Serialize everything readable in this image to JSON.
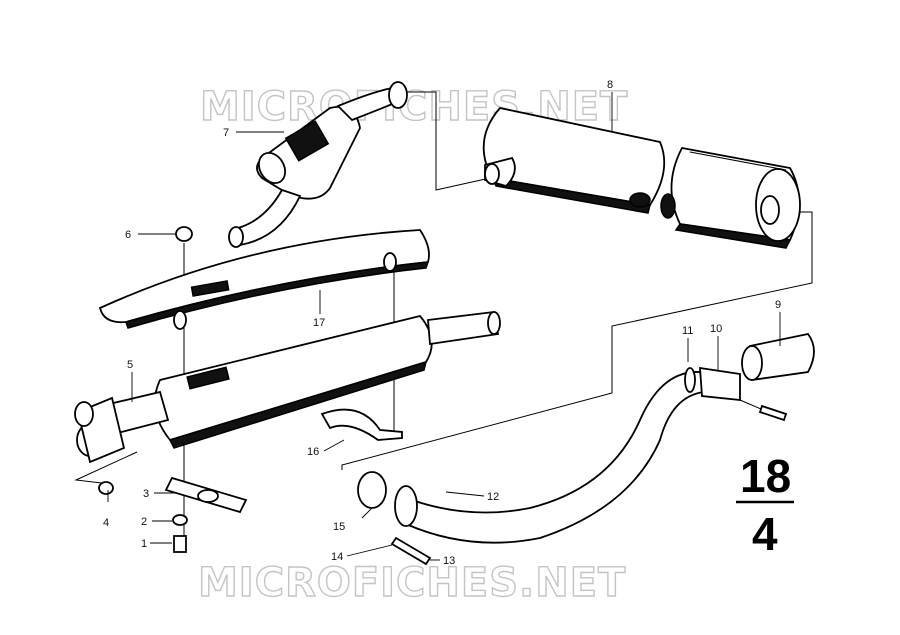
{
  "watermarks": [
    "MICROFICHES.NET",
    "MICROFICHES.NET"
  ],
  "group_number": {
    "top": "18",
    "bottom": "4"
  },
  "callouts": [
    {
      "id": "1",
      "label": "1"
    },
    {
      "id": "2",
      "label": "2"
    },
    {
      "id": "3",
      "label": "3"
    },
    {
      "id": "4",
      "label": "4"
    },
    {
      "id": "5",
      "label": "5"
    },
    {
      "id": "6",
      "label": "6"
    },
    {
      "id": "7",
      "label": "7"
    },
    {
      "id": "8",
      "label": "8"
    },
    {
      "id": "9",
      "label": "9"
    },
    {
      "id": "10",
      "label": "10"
    },
    {
      "id": "11",
      "label": "11"
    },
    {
      "id": "12",
      "label": "12"
    },
    {
      "id": "13",
      "label": "13"
    },
    {
      "id": "14",
      "label": "14"
    },
    {
      "id": "15",
      "label": "15"
    },
    {
      "id": "16",
      "label": "16"
    },
    {
      "id": "17",
      "label": "17"
    }
  ]
}
